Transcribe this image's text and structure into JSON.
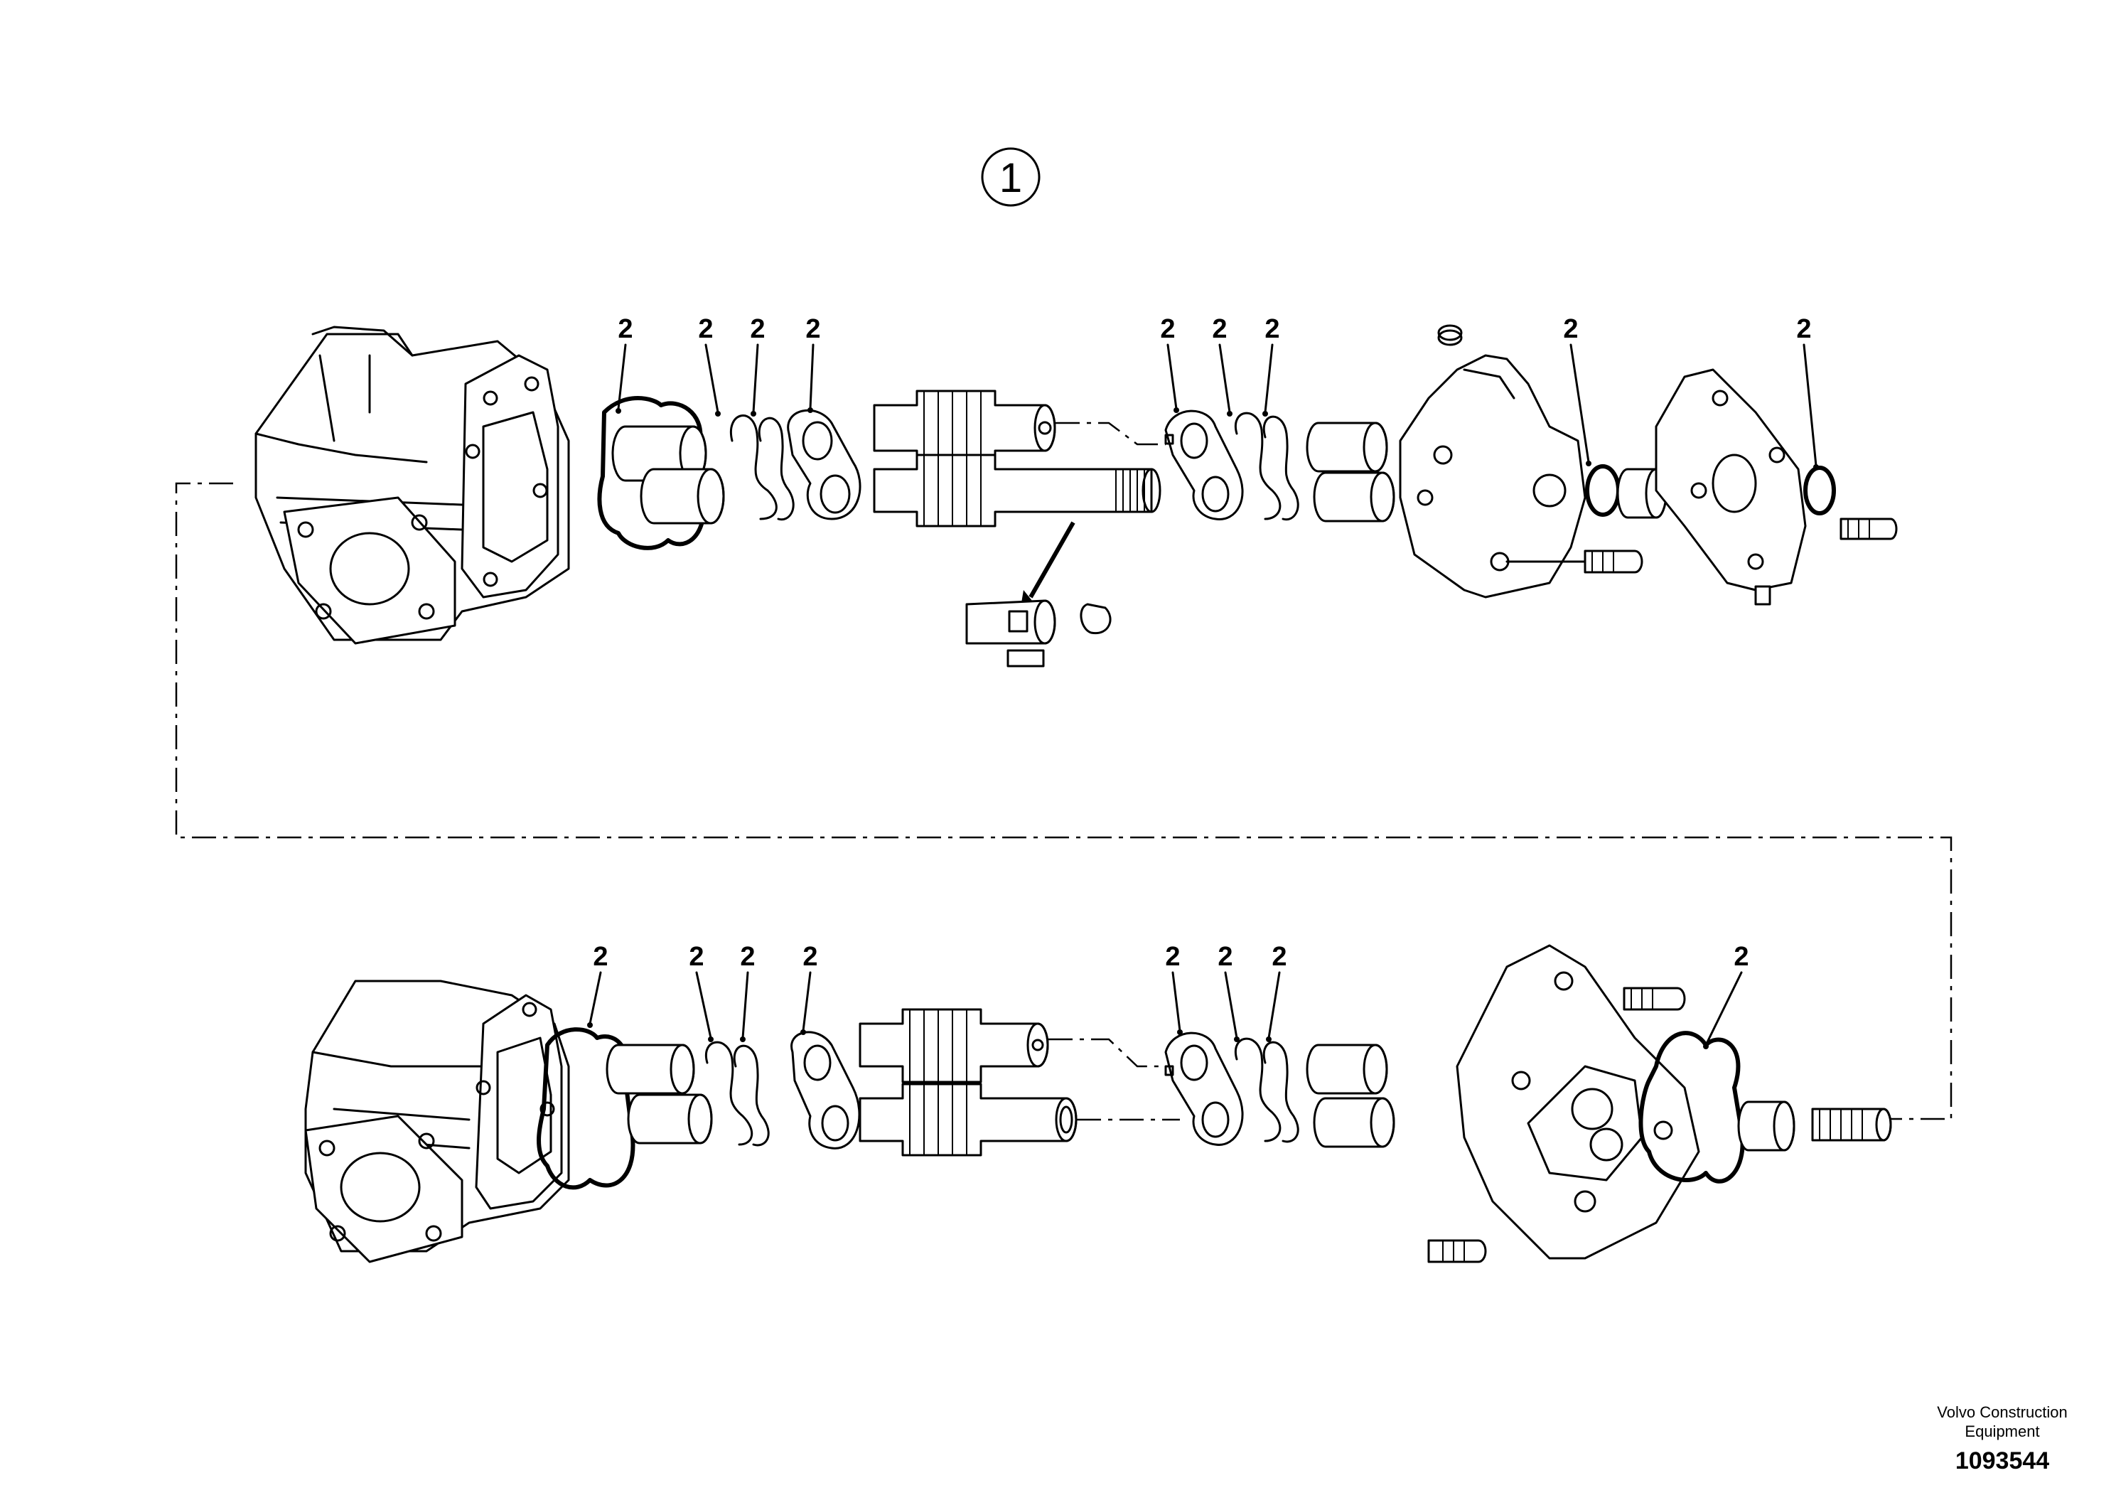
{
  "diagram": {
    "assembly_number": "1",
    "part_callout": "2"
  },
  "footer": {
    "company_line1": "Volvo Construction",
    "company_line2": "Equipment",
    "reference": "1093544"
  }
}
